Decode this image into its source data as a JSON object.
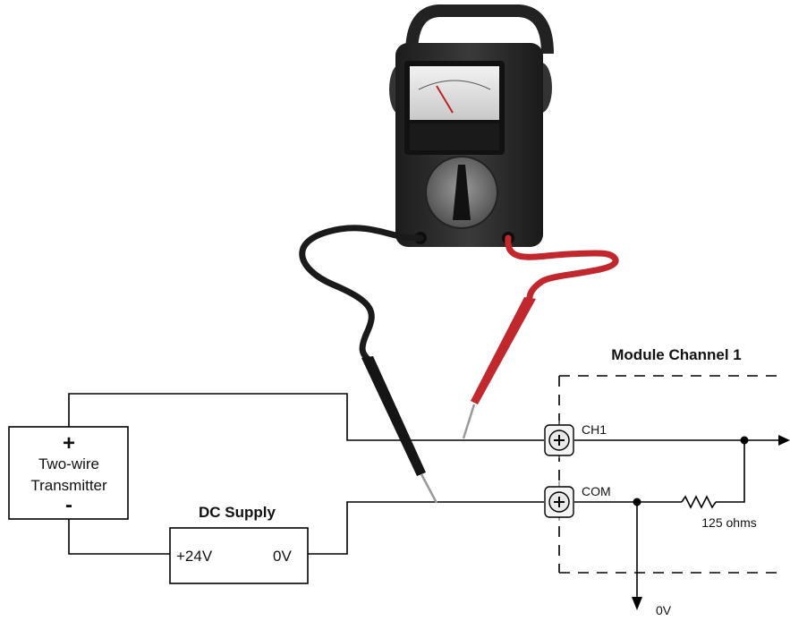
{
  "module": {
    "title": "Module Channel 1",
    "ch1_label": "CH1",
    "com_label": "COM"
  },
  "transmitter": {
    "plus": "+",
    "line1": "Two-wire",
    "line2": "Transmitter",
    "minus": "-"
  },
  "supply": {
    "title": "DC Supply",
    "positive": "+24V",
    "negative": "0V"
  },
  "resistor": {
    "label": "125 ohms"
  },
  "ground": {
    "label": "0V"
  },
  "colors": {
    "wire": "#000000",
    "meter_body": "#2b2b2b",
    "black_lead": "#1a1a1a",
    "red_lead": "#c0282d"
  }
}
